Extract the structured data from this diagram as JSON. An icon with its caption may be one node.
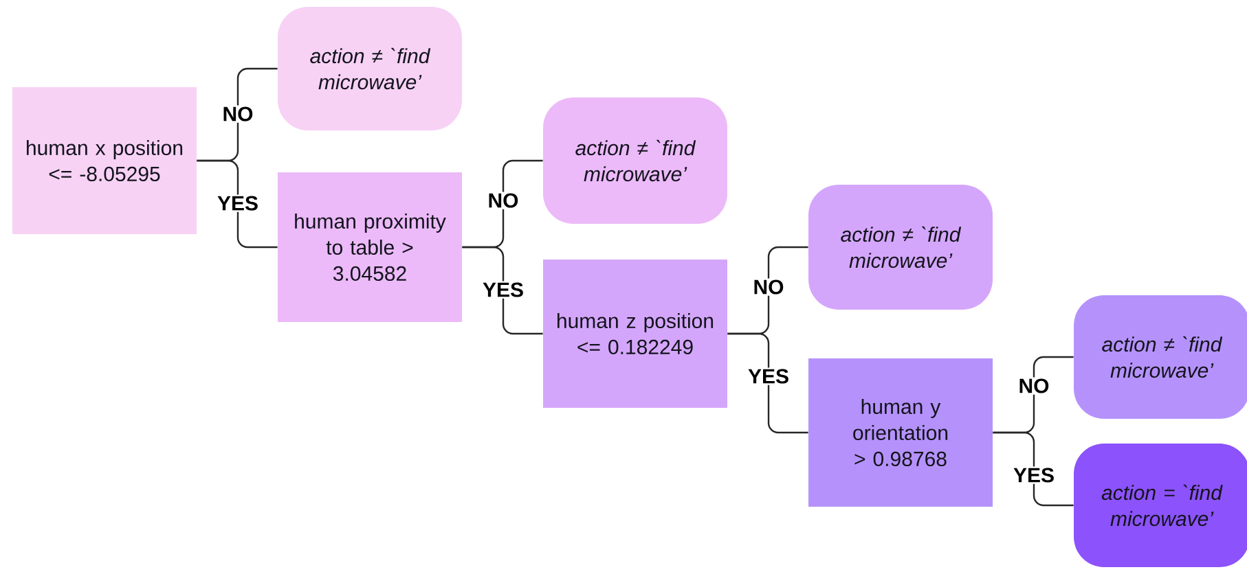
{
  "diagram": {
    "nodes": [
      {
        "text": [
          "human x position <= -8.05295"
        ]
      },
      {
        "text": [
          "action ≠ `find microwave’"
        ]
      },
      {
        "text": [
          "human proximity to table > 3.04582"
        ]
      },
      {
        "text": [
          "action ≠ `find microwave’"
        ]
      },
      {
        "text": [
          "human z position <= 0.182249"
        ]
      },
      {
        "text": [
          "action ≠ `find microwave’"
        ]
      },
      {
        "text": [
          "human y orientation > 0.98768"
        ]
      },
      {
        "text": [
          "action ≠ `find microwave’"
        ]
      },
      {
        "text": [
          "action = `find microwave’"
        ]
      }
    ],
    "edges": [
      {
        "from": 0,
        "to": 1,
        "arrow": "none",
        "label": "NO"
      },
      {
        "from": 0,
        "to": 2,
        "arrow": "none",
        "label": "YES"
      },
      {
        "from": 2,
        "to": 3,
        "arrow": "none",
        "label": "NO"
      },
      {
        "from": 2,
        "to": 4,
        "arrow": "none",
        "label": "YES"
      },
      {
        "from": 4,
        "to": 5,
        "arrow": "none",
        "label": "NO"
      },
      {
        "from": 4,
        "to": 6,
        "arrow": "none",
        "label": "YES"
      },
      {
        "from": 6,
        "to": 7,
        "arrow": "none",
        "label": "NO"
      },
      {
        "from": 6,
        "to": 8,
        "arrow": "none",
        "label": "YES"
      }
    ]
  }
}
